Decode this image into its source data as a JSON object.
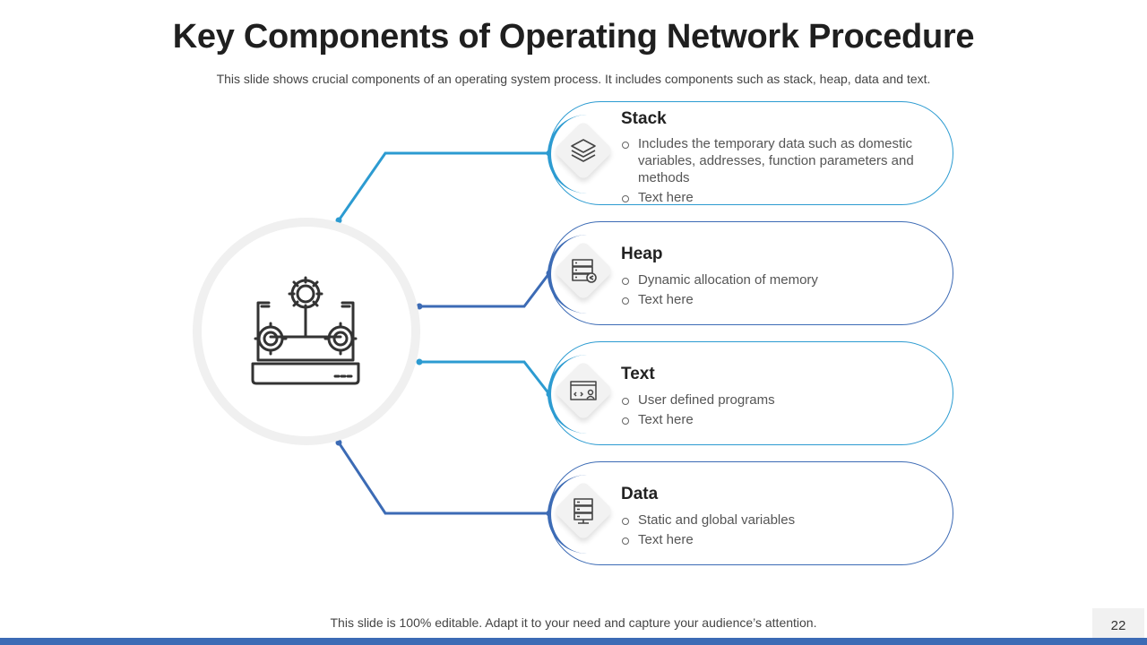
{
  "slide": {
    "title": "Key Components of Operating Network Procedure",
    "subtitle": "This slide shows crucial components of an operating system process. It includes components such as stack, heap, data and text.",
    "footer": "This slide is 100% editable. Adapt it to your need and capture your audience’s attention.",
    "page_number": "22"
  },
  "colors": {
    "light_blue": "#2c9bd1",
    "dark_blue": "#3c6bb5",
    "hub_ring": "#f0f0f0"
  },
  "hub": {
    "icon": "laptop-gears-icon"
  },
  "components": [
    {
      "title": "Stack",
      "icon": "layers-icon",
      "bullets": [
        "Includes the temporary data such as domestic variables, addresses, function parameters and methods",
        "Text here"
      ]
    },
    {
      "title": "Heap",
      "icon": "server-share-icon",
      "bullets": [
        "Dynamic allocation of memory",
        "Text here"
      ]
    },
    {
      "title": "Text",
      "icon": "code-window-icon",
      "bullets": [
        "User defined programs",
        "Text here"
      ]
    },
    {
      "title": "Data",
      "icon": "database-icon",
      "bullets": [
        "Static and global variables",
        "Text here"
      ]
    }
  ]
}
